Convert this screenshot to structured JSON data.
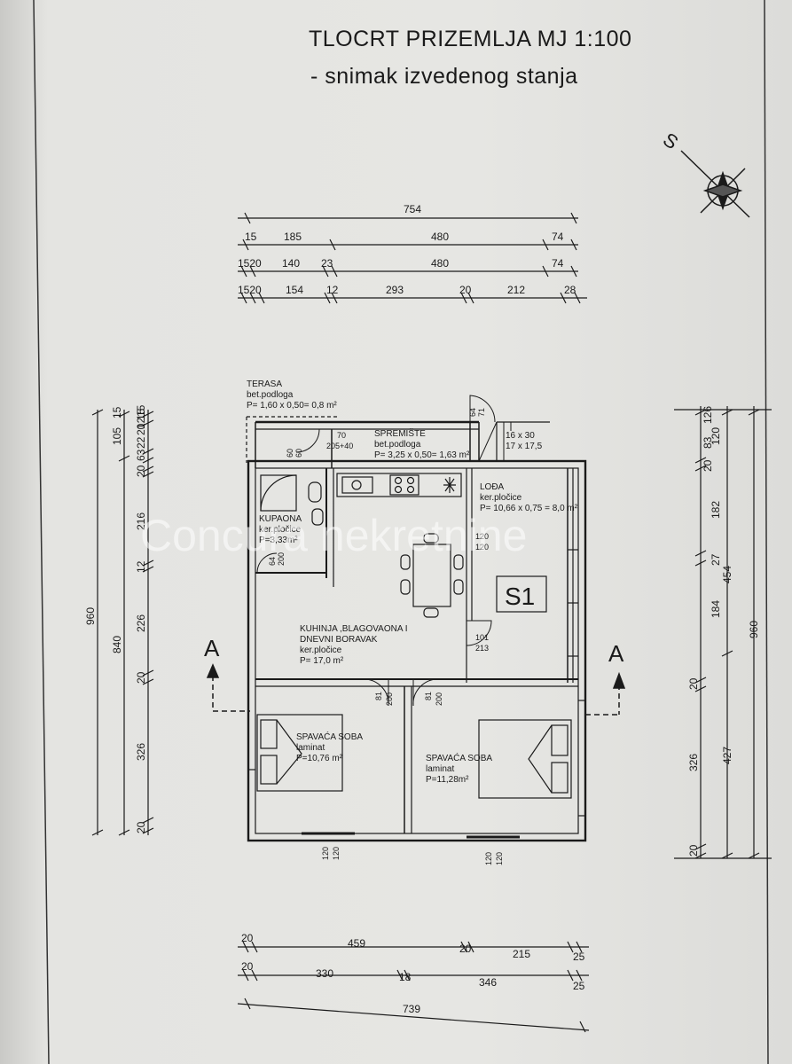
{
  "title": {
    "line1": "TLOCRT PRIZEMLJA MJ 1:100",
    "line2": "- snimak izvedenog stanja"
  },
  "compass": {
    "label": "S"
  },
  "watermark": "Concura nekretnine",
  "unit_label": "S1",
  "section_label": "A",
  "rooms": {
    "terasa": {
      "name": "TERASA",
      "floor": "bet.podloga",
      "area": "P= 1,60 x 0,50= 0,8 m²"
    },
    "spremiste": {
      "name": "SPREMIŠTE",
      "floor": "bet.podloga",
      "area": "P= 3,25 x 0,50= 1,63 m²"
    },
    "loda": {
      "name": "LOĐA",
      "floor": "ker.pločice",
      "area": "P= 10,66 x 0,75 = 8,0 m²"
    },
    "kupaona": {
      "name": "KUPAONA",
      "floor": "ker.pločice",
      "area": "P=3,33m²"
    },
    "kuhinja": {
      "name1": "KUHINJA ,BLAGOVAONA I",
      "name2": "DNEVNI BORAVAK",
      "floor": "ker.pločice",
      "area": "P= 17,0 m²"
    },
    "spavaca1": {
      "name": "SPAVAĆA SOBA",
      "floor": "laminat",
      "area": "P=10,76 m²"
    },
    "spavaca2": {
      "name": "SPAVAĆA SOBA",
      "floor": "laminat",
      "area": "P=11,28m²"
    }
  },
  "stairs": {
    "line1": "16 x 30",
    "line2": "17 x 17,5"
  },
  "openings": {
    "o1": [
      "70",
      "205+40"
    ],
    "o2": [
      "60",
      "60"
    ],
    "o3": [
      "64",
      "200"
    ],
    "o4": [
      "64",
      "71"
    ],
    "o5": [
      "120",
      "120"
    ],
    "o6": [
      "101",
      "213"
    ],
    "o7": [
      "81",
      "200"
    ],
    "o8": [
      "81",
      "200"
    ],
    "o9": [
      "120",
      "120"
    ],
    "o10": [
      "120",
      "120"
    ]
  },
  "dims_top": {
    "row1": [
      "754"
    ],
    "row2": [
      "15",
      "185",
      "480",
      "74"
    ],
    "row3": [
      "1520",
      "140",
      "23",
      "480",
      "74"
    ],
    "row4": [
      "1520",
      "154",
      "12",
      "293",
      "20",
      "212",
      "28"
    ]
  },
  "dims_left": {
    "col1": [
      "960"
    ],
    "col2": [
      "15",
      "105",
      "840"
    ],
    "col3": [
      "15",
      "20",
      "63",
      "22",
      "20",
      "216",
      "12",
      "226",
      "20",
      "326",
      "20"
    ],
    "col3_extra": [
      "12",
      "15"
    ]
  },
  "dims_right": {
    "col1": [
      "960"
    ],
    "col2": [
      "454",
      "427"
    ],
    "col3": [
      "126",
      "83",
      "120",
      "20",
      "182",
      "27",
      "184",
      "20",
      "326",
      "20"
    ]
  },
  "dims_bottom": {
    "row1": [
      "20",
      "459",
      "20",
      "215",
      "25"
    ],
    "row2": [
      "20",
      "330",
      "18",
      "346",
      "25"
    ],
    "row3": [
      "739"
    ]
  }
}
